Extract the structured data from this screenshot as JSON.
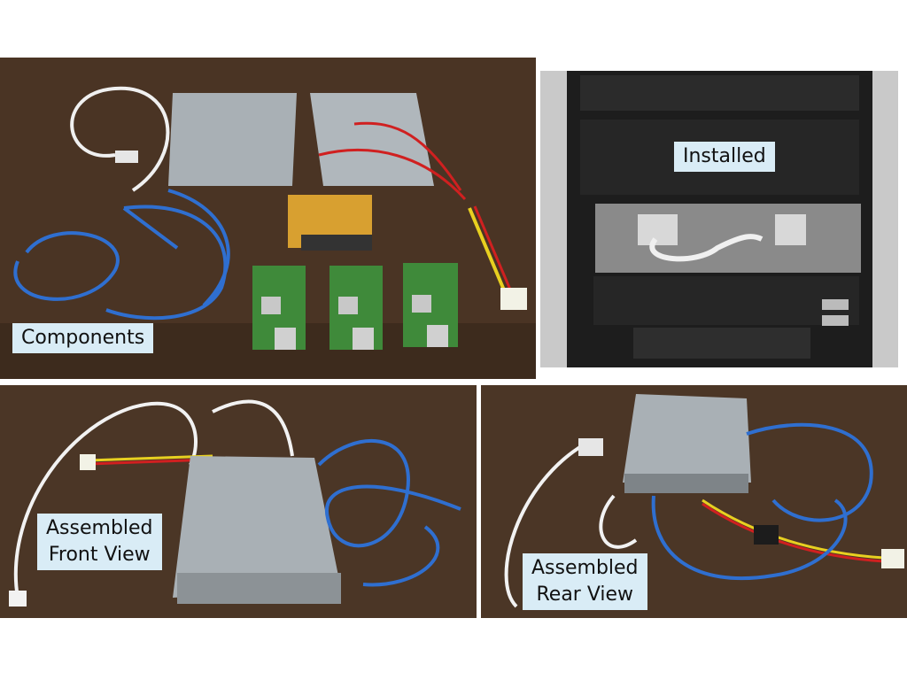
{
  "panels": {
    "components": {
      "caption": "Components"
    },
    "installed": {
      "caption": "Installed"
    },
    "front": {
      "caption_line1": "Assembled",
      "caption_line2": "Front View"
    },
    "rear": {
      "caption_line1": "Assembled",
      "caption_line2": "Rear View"
    }
  },
  "colors": {
    "bench": "#4a3424",
    "bench_dark": "#3a2818",
    "sheet_metal": "#a9b0b5",
    "ethernet_cable": "#2f6fd0",
    "white_cable": "#f2f2f2",
    "pcb_green": "#3f8a3a",
    "case_black": "#1d1d1d",
    "caption_bg": "#d9ecf6"
  }
}
